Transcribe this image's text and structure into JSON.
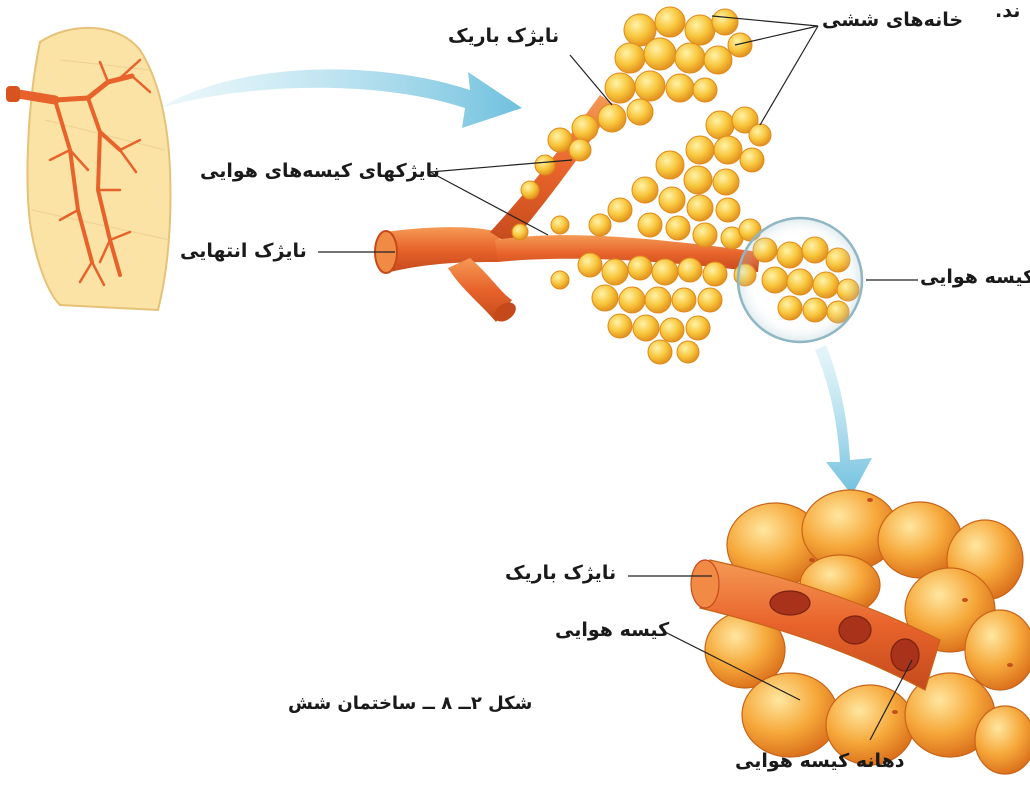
{
  "labels": {
    "narrow_bronchiole_top": "نایژک باریک",
    "alveoli": "خانه‌های ششی",
    "respiratory_bronchioles": "نایژکهای کیسه‌های هوایی",
    "terminal_bronchiole": "نایژک انتهایی",
    "air_sac_right": "کیسه هوایی",
    "narrow_bronchiole_bottom": "نایژک باریک",
    "air_sac_bottom": "کیسه هوایی",
    "air_sac_mouth": "دهانه کیسه هوایی",
    "figure_caption": "شکل ۲ــ ۸ ــ ساختمان شش",
    "corner_text": "ند."
  },
  "colors": {
    "lung_fill": "#fbe3a6",
    "bronchi": "#e8632b",
    "alveoli_fill": "#f7c23c",
    "arrow": "#7cc6e0",
    "label_text": "#1a1a1a"
  }
}
